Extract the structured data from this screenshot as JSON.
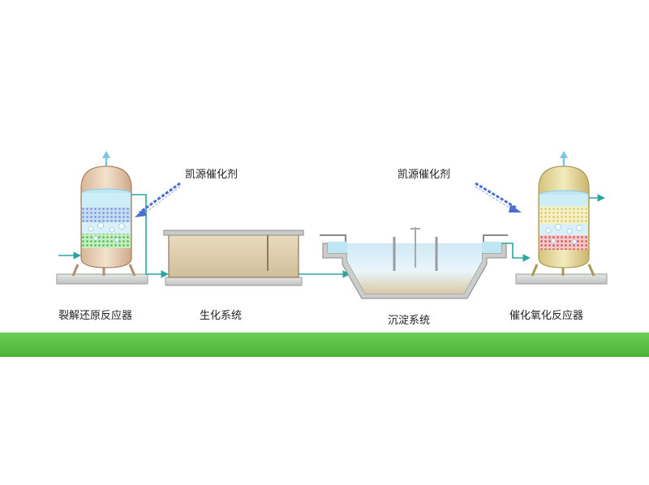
{
  "labels": {
    "reactor1": "裂解还原反应器",
    "bio": "生化系统",
    "settle": "沉淀系统",
    "reactor2": "催化氧化反应器",
    "catalyst_left": "凯源催化剂",
    "catalyst_right": "凯源催化剂"
  },
  "colors": {
    "band": "#5cc243",
    "water": "#bfe6f5",
    "pipe": "#2aa6a0",
    "bed_blue": "#8fb6e6",
    "bed_green": "#7ed27a",
    "bed_red": "#e87a7a",
    "bed_yellow": "#ede39a",
    "tank_tan": "#e8cfb2",
    "base_gray": "#d2d4d2"
  }
}
